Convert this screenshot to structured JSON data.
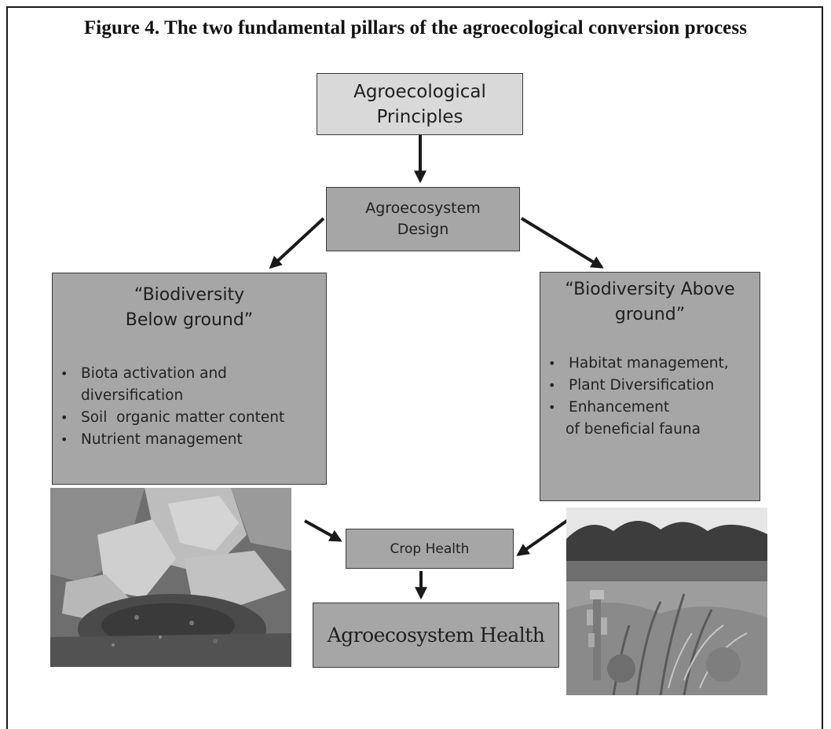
{
  "figure_title": "Figure 4. The two fundamental pillars of the agroecological conversion process",
  "nodes": {
    "principles": {
      "line1": "Agroecological",
      "line2": "Principles"
    },
    "design": {
      "line1": "Agroecosystem",
      "line2": "Design"
    },
    "below": {
      "title_line1": "“Biodiversity",
      "title_line2": "Below ground”",
      "items": [
        {
          "line1": "Biota activation and",
          "line2": "diversification"
        },
        {
          "line1": "Soil  organic matter content"
        },
        {
          "line1": "Nutrient management"
        }
      ]
    },
    "above": {
      "title_line1": "“Biodiversity Above",
      "title_line2": "ground”",
      "items": [
        {
          "line1": "Habitat management,"
        },
        {
          "line1": "Plant Diversification"
        },
        {
          "line1": "Enhancement",
          "line2": "of beneficial fauna"
        }
      ]
    },
    "crop_health": "Crop Health",
    "agroecosystem_health": "Agroecosystem Health"
  },
  "bullet_glyph": "•",
  "colors": {
    "light_box": "#d9d9d9",
    "dark_box": "#a6a6a6",
    "arrow": "#1a1a1a"
  }
}
